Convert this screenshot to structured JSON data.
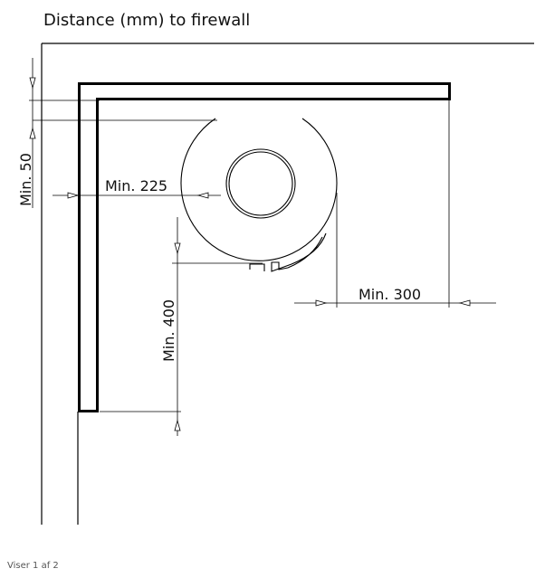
{
  "title": "Distance (mm) to firewall",
  "dimensions": {
    "side_wall": "Min. 50",
    "firewall_to_stove": "Min. 225",
    "front_clearance": "Min. 400",
    "rear_clearance": "Min. 300"
  },
  "footer": "Viser 1 af 2"
}
